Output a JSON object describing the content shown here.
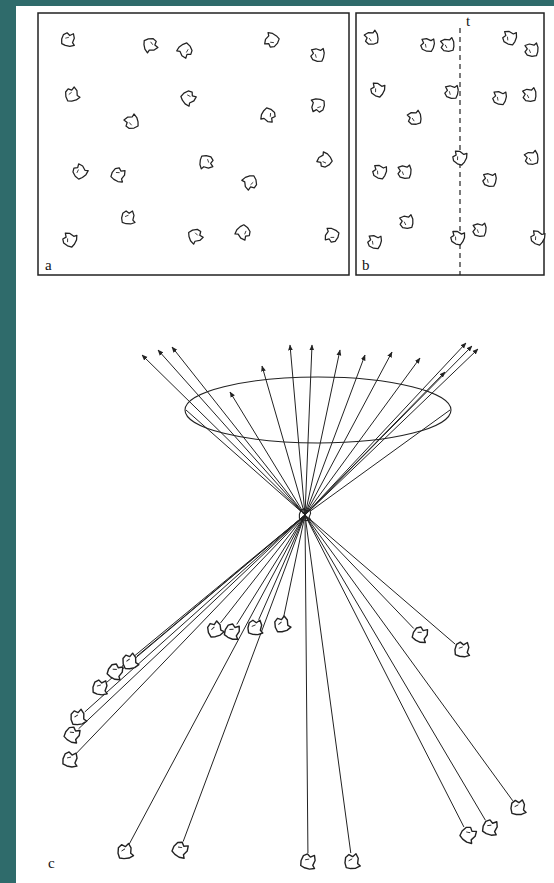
{
  "diagram": {
    "labels": [
      "a",
      "b",
      "t",
      "c"
    ]
  }
}
